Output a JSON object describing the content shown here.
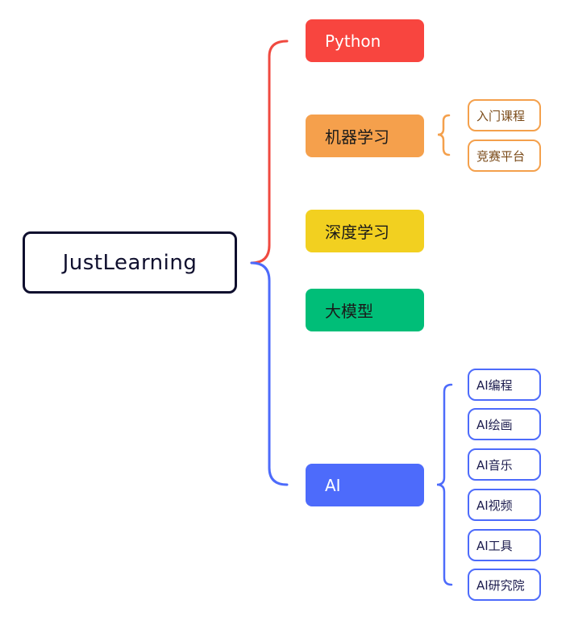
{
  "root": {
    "label": "JustLearning"
  },
  "colors": {
    "root_border": "#0f0f2e",
    "upper_connector": "#f04a40",
    "lower_connector": "#4d6bfb",
    "python": "#f8453f",
    "ml": "#f5a04c",
    "dl": "#f2d020",
    "llm": "#00be78",
    "ai": "#4d6bfb"
  },
  "branches": [
    {
      "id": "python",
      "label": "Python",
      "children": []
    },
    {
      "id": "ml",
      "label": "机器学习",
      "children": [
        {
          "label": "入门课程"
        },
        {
          "label": "竞赛平台"
        }
      ]
    },
    {
      "id": "dl",
      "label": "深度学习",
      "children": []
    },
    {
      "id": "llm",
      "label": "大模型",
      "children": []
    },
    {
      "id": "ai",
      "label": "AI",
      "children": [
        {
          "label": "AI编程"
        },
        {
          "label": "AI绘画"
        },
        {
          "label": "AI音乐"
        },
        {
          "label": "AI视频"
        },
        {
          "label": "AI工具"
        },
        {
          "label": "AI研究院"
        }
      ]
    }
  ]
}
